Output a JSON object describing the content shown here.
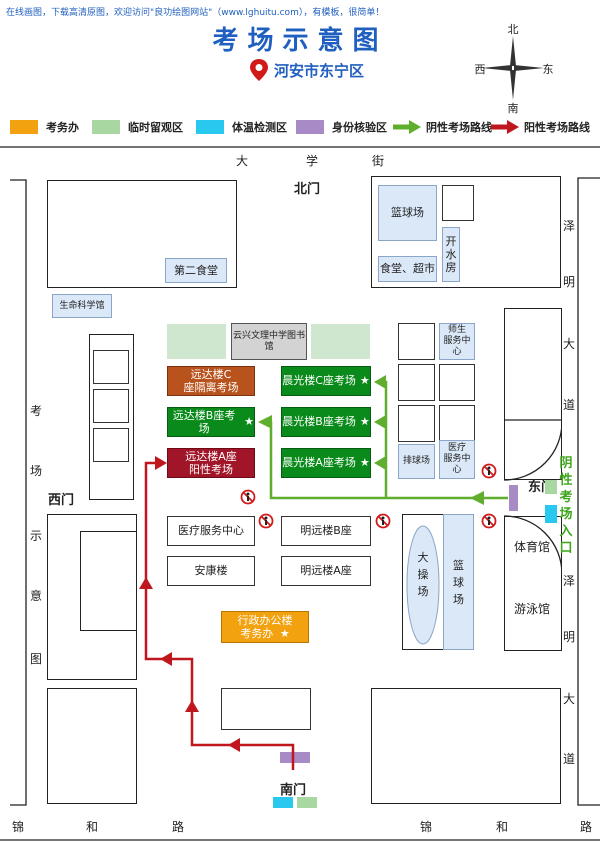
{
  "notice": "在线画图，下载高清原图，欢迎访问\"良功绘图网站\"（www.lghuitu.com），有模板，很简单！",
  "title": "考场示意图",
  "location": "河安市东宁区",
  "compass": {
    "north": "北",
    "south": "南",
    "east": "东",
    "west": "西"
  },
  "legend": [
    {
      "label": "考务办",
      "color": "#f2a10f",
      "kind": "swatch"
    },
    {
      "label": "临时留观区",
      "color": "#a9d7a1",
      "kind": "swatch"
    },
    {
      "label": "体温检测区",
      "color": "#29c8ee",
      "kind": "swatch"
    },
    {
      "label": "身份核验区",
      "color": "#a88bc6",
      "kind": "swatch"
    },
    {
      "label": "阴性考场路线",
      "color": "#5fae2e",
      "kind": "arrow"
    },
    {
      "label": "阳性考场路线",
      "color": "#c0171f",
      "kind": "arrow"
    }
  ],
  "roads": {
    "top": [
      "大",
      "学",
      "街"
    ],
    "bottom_left": [
      "锦",
      "和",
      "路"
    ],
    "bottom_right": [
      "锦",
      "和",
      "路"
    ],
    "left": [
      "考",
      "场",
      "示",
      "意",
      "图"
    ],
    "right_top": [
      "泽",
      "明",
      "大",
      "道"
    ],
    "right_bottom": [
      "泽",
      "明",
      "大",
      "道"
    ]
  },
  "gates": {
    "north": "北门",
    "west": "西门",
    "east": "东门",
    "south": "南门"
  },
  "entrance_label": [
    "阴性",
    "考场",
    "入口"
  ],
  "buildings": {
    "canteen2": "第二食堂",
    "basketball_north": "篮球场",
    "shop": "食堂、超市",
    "water": [
      "开",
      "水",
      "房"
    ],
    "life_science": "生命科学馆",
    "library": "云兴文理中学图书馆",
    "teacher_center": [
      "师生",
      "服务中心"
    ],
    "yuanda_c": [
      "远达楼C",
      "座隔离考场"
    ],
    "yuanda_b": "远达楼B座考场",
    "yuanda_a": [
      "远达楼A座",
      "阳性考场"
    ],
    "chenguang_c": "晨光楼C座考场",
    "chenguang_b": "晨光楼B座考场",
    "chenguang_a": "晨光楼A座考场",
    "paipai": "排球场",
    "medical_east": [
      "医疗",
      "服务中心"
    ],
    "medical_center": "医疗服务中心",
    "mingyuan_b": "明远楼B座",
    "ankang": "安康楼",
    "mingyuan_a": "明远楼A座",
    "playground": [
      "大",
      "操",
      "场"
    ],
    "basketball_east": [
      "篮",
      "球",
      "场"
    ],
    "gym": "体育馆",
    "pool": "游泳馆",
    "admin": [
      "行政办公楼",
      "考务办"
    ],
    "star": "★"
  }
}
